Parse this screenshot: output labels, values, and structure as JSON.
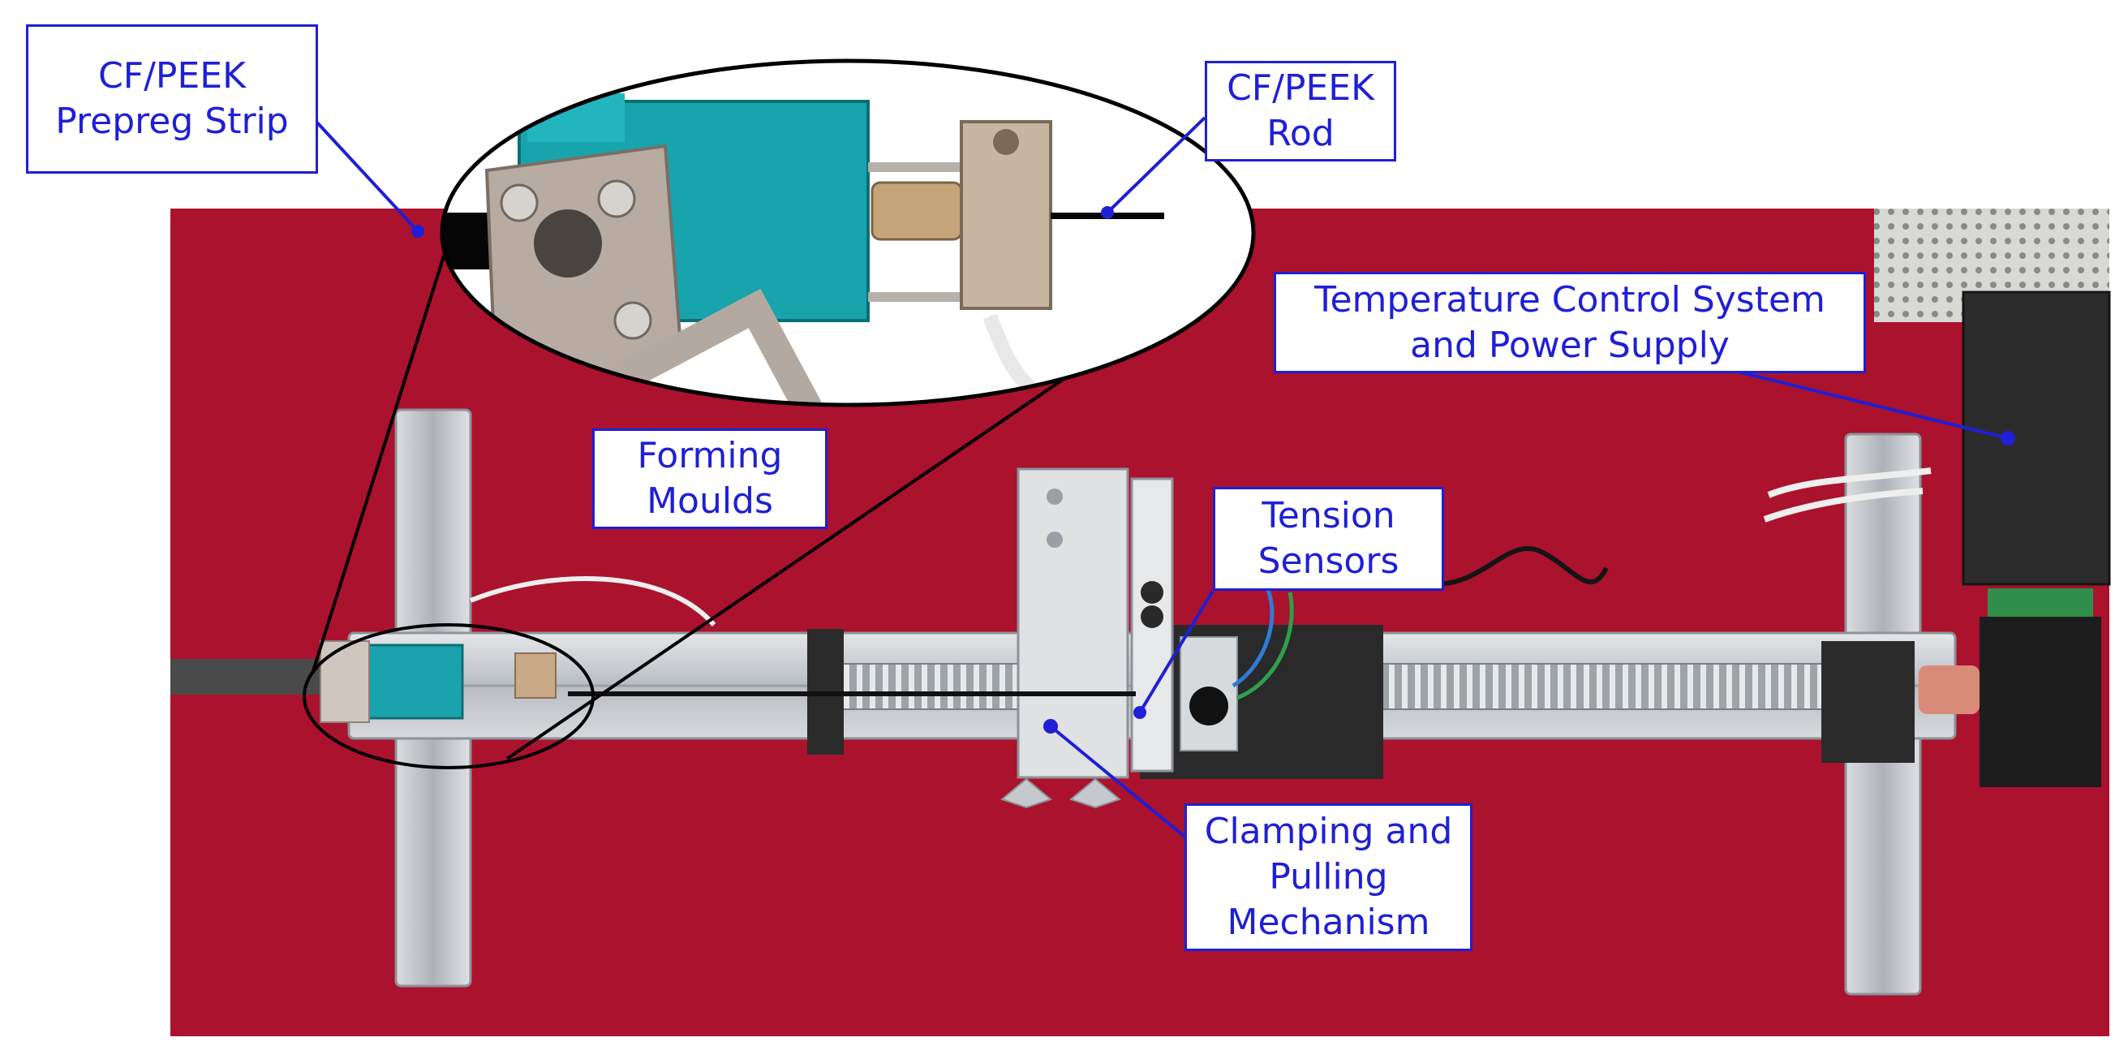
{
  "colors": {
    "background": "#ffffff",
    "mat": "#b0132f",
    "label_border": "#1f1fd6",
    "label_text": "#1f1fd6",
    "pointer": "#1f1fd6",
    "zoom_outline": "#000000",
    "aluminium": "#c9ccd0",
    "mould_teal": "#1aa3ad"
  },
  "labels": {
    "prepreg_strip": [
      "CF/PEEK",
      "Prepreg Strip"
    ],
    "rod": [
      "CF/PEEK",
      "Rod"
    ],
    "temperature_control": [
      "Temperature Control System",
      "and Power Supply"
    ],
    "forming_moulds": [
      "Forming",
      "Moulds"
    ],
    "tension_sensors": [
      "Tension",
      "Sensors"
    ],
    "clamping": [
      "Clamping and",
      "Pulling",
      "Mechanism"
    ]
  }
}
